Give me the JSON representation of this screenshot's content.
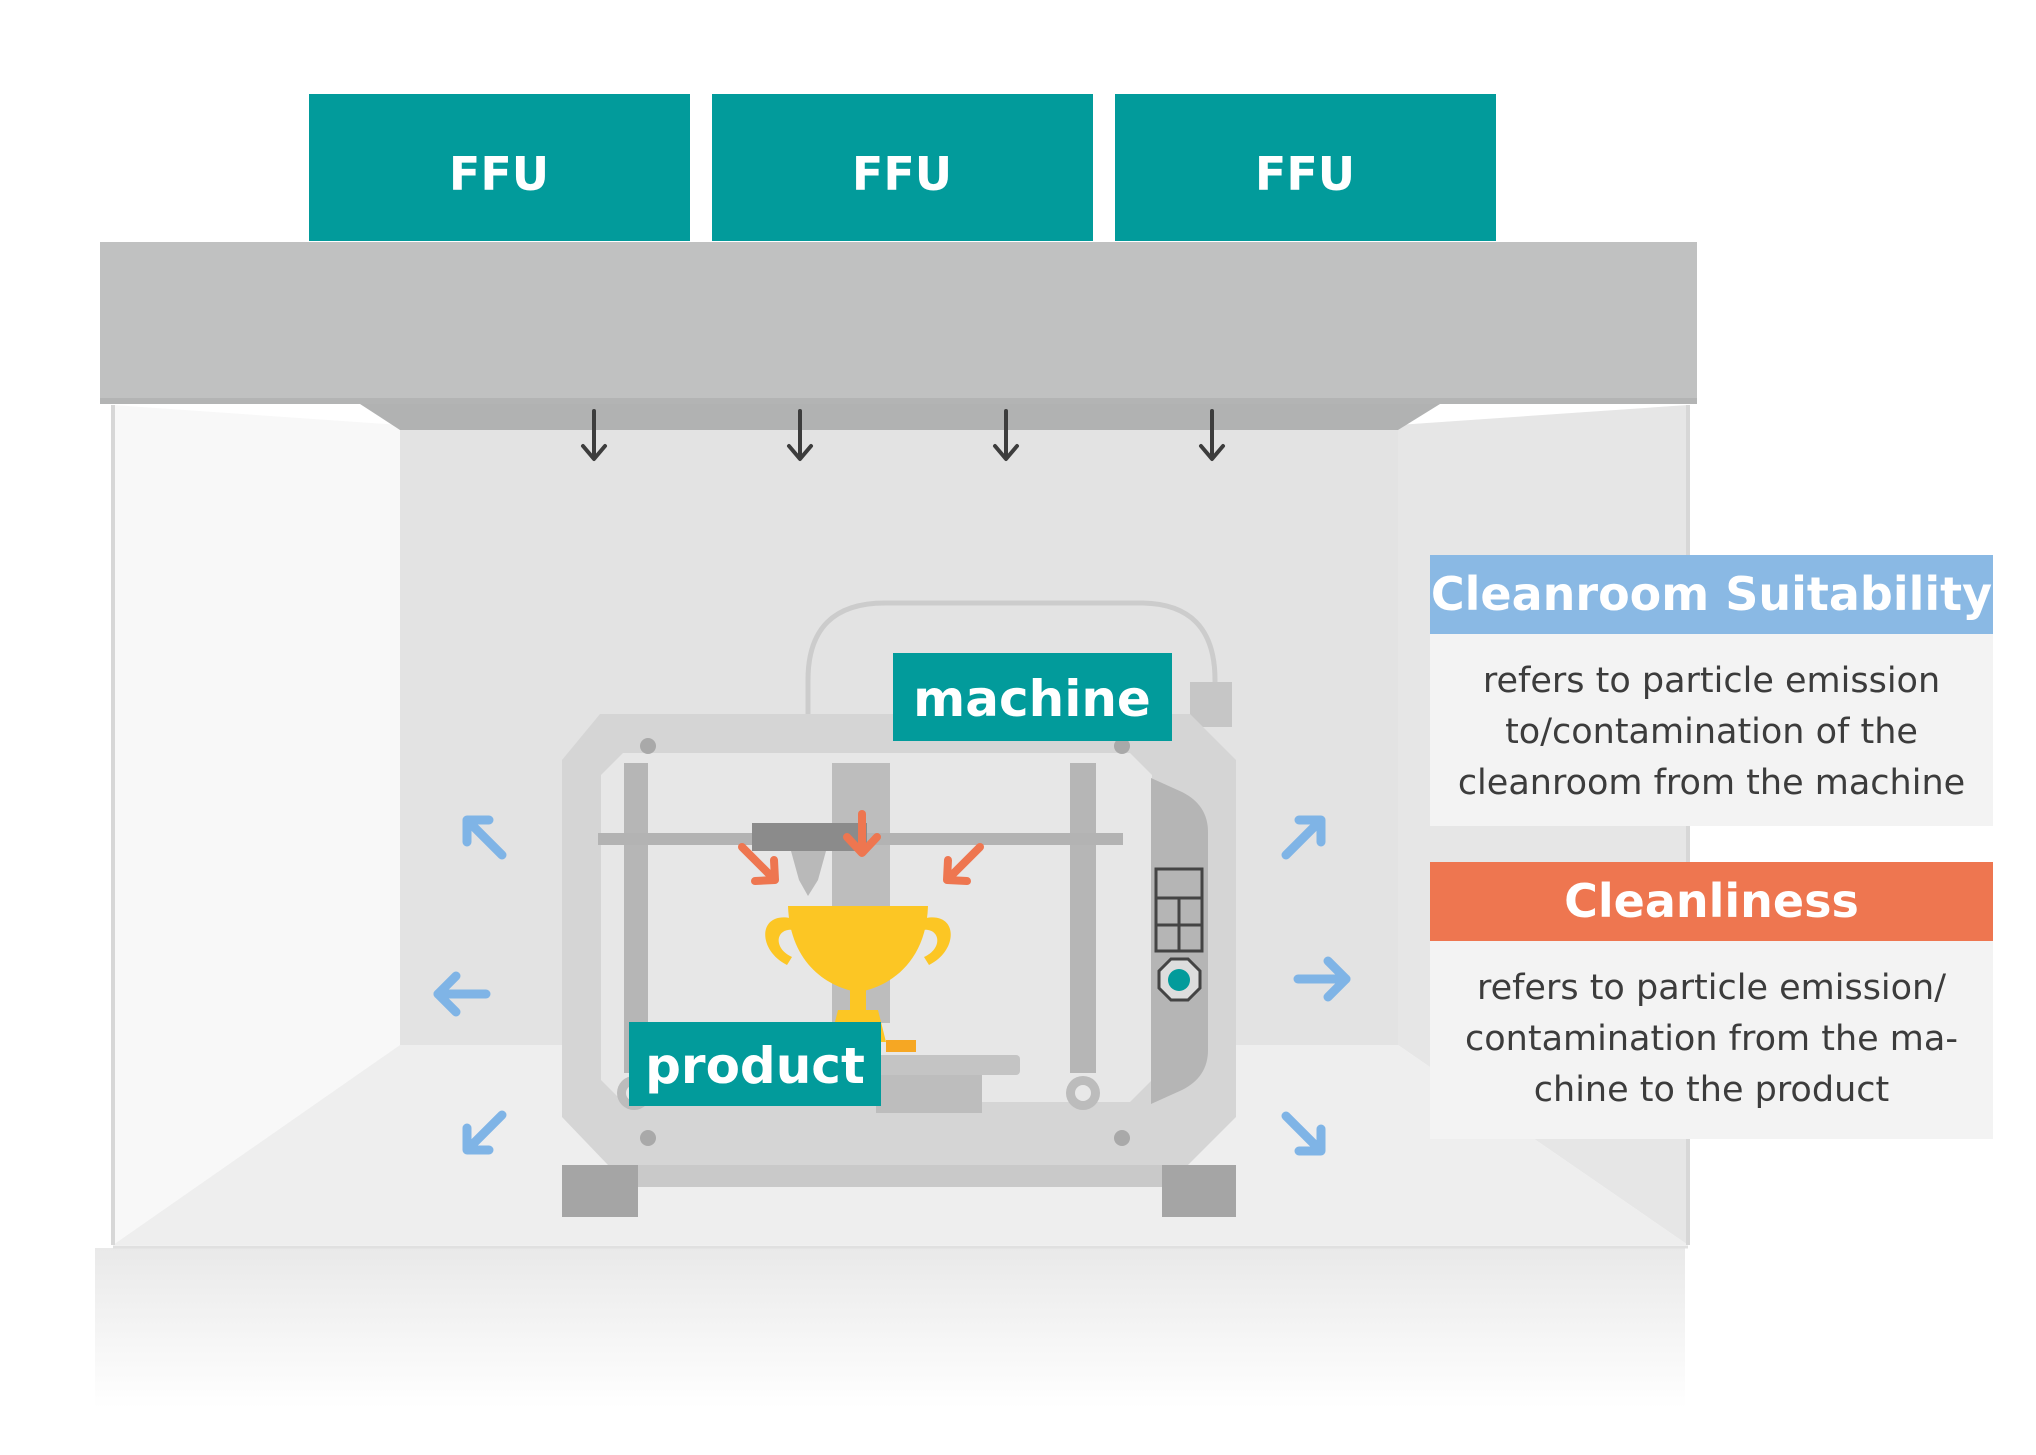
{
  "ffu_units": [
    {
      "label": "FFU"
    },
    {
      "label": "FFU"
    },
    {
      "label": "FFU"
    }
  ],
  "labels": {
    "machine": "machine",
    "product": "product"
  },
  "panels": {
    "cleanroom_suitability": {
      "title": "Cleanroom Suitability",
      "lines": [
        "refers to particle emission",
        "to/contamination of the",
        "cleanroom from the machine"
      ],
      "color": "#8ab9e4"
    },
    "cleanliness": {
      "title": "Cleanliness",
      "lines": [
        "refers to particle emission/",
        "contamination from the ma-",
        "chine to the product"
      ],
      "color": "#ee7650"
    }
  },
  "colors": {
    "ffu": "#029b9b",
    "ceiling": "#c0c1c1",
    "machine_frame": "#d5d5d5",
    "trophy": "#fcc624",
    "arrow_particle": "#ee7650",
    "arrow_airflow": "#7fb4e6",
    "arrow_downflow": "#3d3d3d"
  }
}
